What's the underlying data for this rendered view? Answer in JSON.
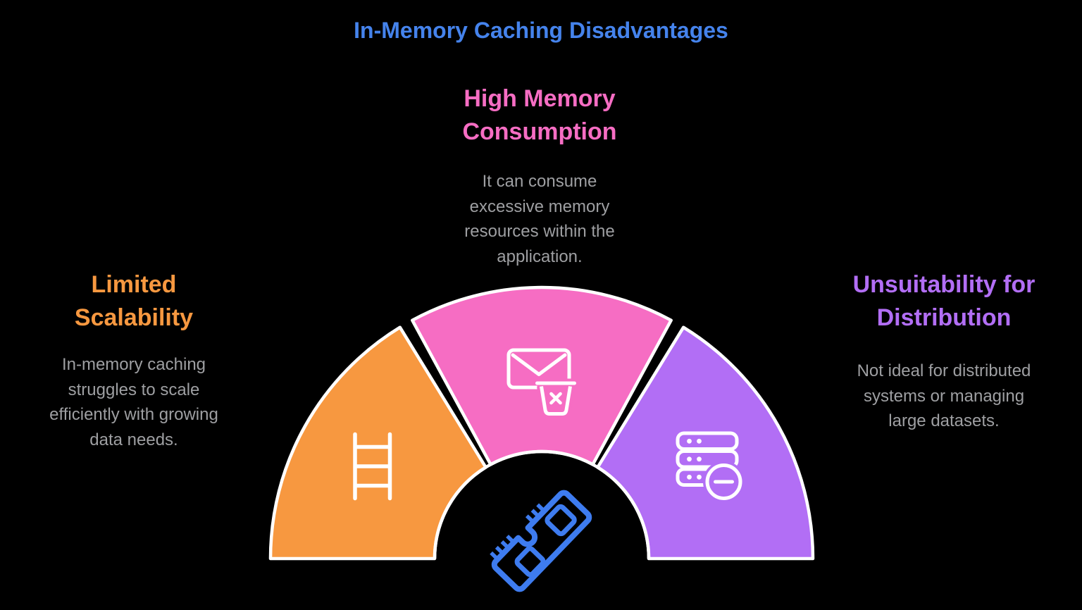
{
  "title": "In-Memory Caching Disadvantages",
  "colors": {
    "background": "#000000",
    "title": "#4583EC",
    "body_text": "#9E9FA2",
    "icon_stroke": "#FFFFFF",
    "segment_outline": "#FFFFFF"
  },
  "sections": [
    {
      "name": "limited-scalability",
      "heading": "Limited\nScalability",
      "description": "In-memory caching\nstruggles to scale\nefficiently with growing\ndata needs.",
      "color": "#F79840",
      "icon": "ladder-icon"
    },
    {
      "name": "high-memory-consumption",
      "heading": "High Memory\nConsumption",
      "description": "It can consume\nexcessive memory\nresources within the\napplication.",
      "color": "#F66DC3",
      "icon": "envelope-trash-icon"
    },
    {
      "name": "unsuitability-for-distribution",
      "heading": "Unsuitability for\nDistribution",
      "description": "Not ideal for distributed\nsystems or managing\nlarge datasets.",
      "color": "#B26EF5",
      "icon": "database-minus-icon"
    }
  ],
  "center_icon": {
    "name": "memory-module-icon",
    "color": "#3E7CF0"
  }
}
